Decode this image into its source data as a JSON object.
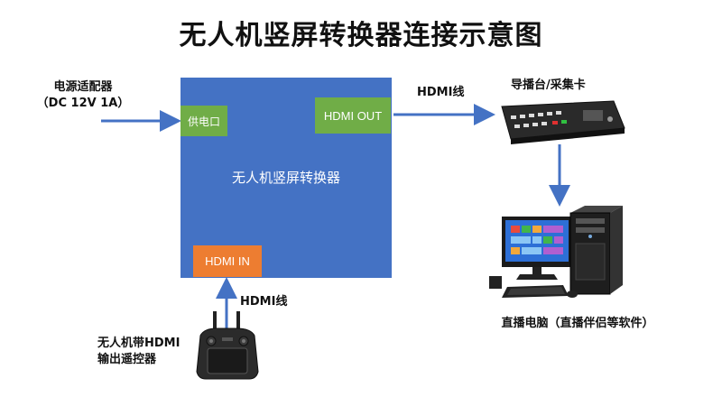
{
  "title": "无人机竖屏转换器连接示意图",
  "converter": {
    "label": "无人机竖屏转换器",
    "power_port": "供电口",
    "hdmi_out": "HDMI OUT",
    "hdmi_in": "HDMI IN"
  },
  "power_adapter": {
    "line1": "电源适配器",
    "line2": "（DC 12V 1A）"
  },
  "cable_top": "HDMI线",
  "cable_bottom": "HDMI线",
  "switcher": {
    "label": "导播台/采集卡",
    "icon": "video-switcher-icon"
  },
  "pc": {
    "label": "直播电脑（直播伴侣等软件）",
    "icon": "desktop-computer-icon"
  },
  "remote": {
    "line1": "无人机带HDMI",
    "line2": "输出遥控器",
    "icon": "drone-remote-controller-icon"
  },
  "colors": {
    "converter": "#4472c4",
    "port_green": "#70ad47",
    "port_orange": "#ed7d31",
    "arrow": "#4472c4"
  }
}
